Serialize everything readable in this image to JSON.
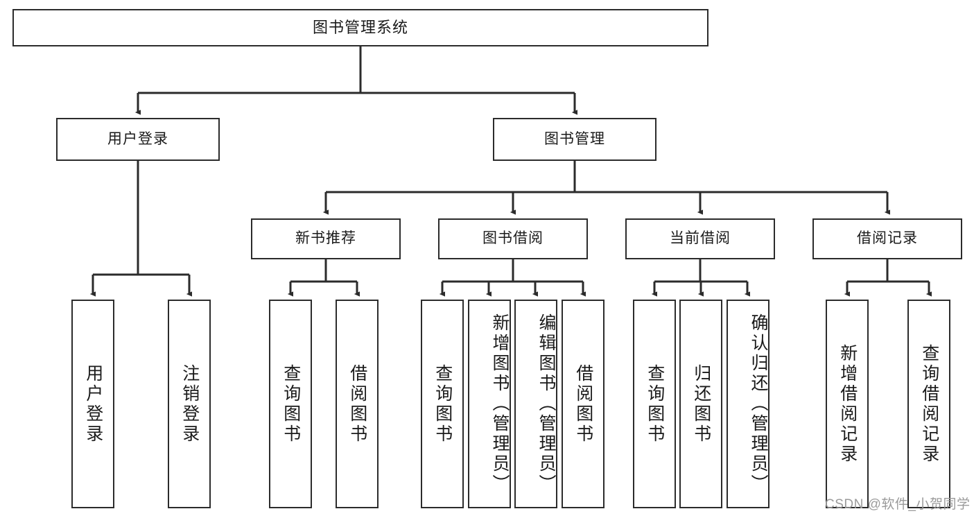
{
  "diagram": {
    "type": "tree-hierarchy",
    "title": "图书管理系统",
    "watermark": "CSDN @软件_小贺同学",
    "colors": {
      "box_border": "#2b2b2b",
      "box_fill": "#ffffff",
      "edge": "#2b2b2b",
      "text": "#1a1a1a",
      "watermark": "#9a9a9a"
    },
    "nodes": {
      "root": "图书管理系统",
      "level2": [
        {
          "label": "用户登录"
        },
        {
          "label": "图书管理"
        }
      ],
      "level3": [
        {
          "label": "新书推荐"
        },
        {
          "label": "图书借阅"
        },
        {
          "label": "当前借阅"
        },
        {
          "label": "借阅记录"
        }
      ],
      "leaves": {
        "user_login": [
          {
            "label": "用户登录"
          },
          {
            "label": "注销登录"
          }
        ],
        "new_book_rec": [
          {
            "label": "查询图书"
          },
          {
            "label": "借阅图书"
          }
        ],
        "book_borrow": [
          {
            "label": "查询图书"
          },
          {
            "label": "新增图书（管理员）"
          },
          {
            "label": "编辑图书（管理员）"
          },
          {
            "label": "借阅图书"
          }
        ],
        "current_borrow": [
          {
            "label": "查询图书"
          },
          {
            "label": "归还图书"
          },
          {
            "label": "确认归还（管理员）"
          }
        ],
        "borrow_record": [
          {
            "label": "新增借阅记录"
          },
          {
            "label": "查询借阅记录"
          }
        ]
      }
    }
  }
}
